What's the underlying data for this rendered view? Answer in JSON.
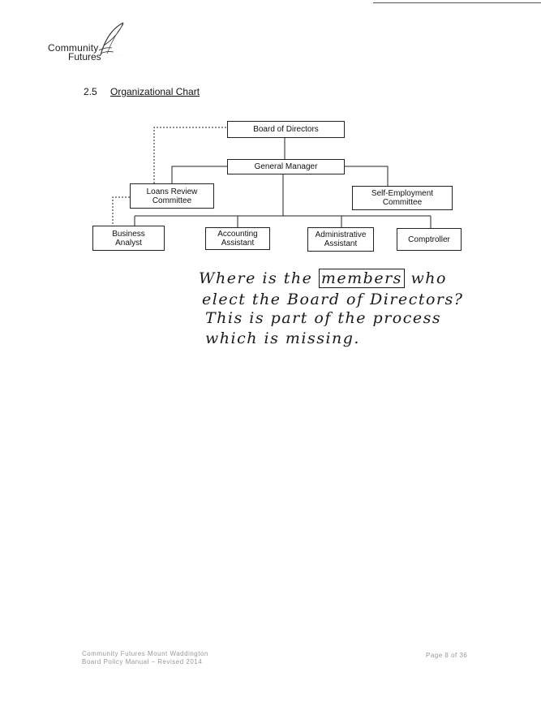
{
  "logo": {
    "line1": "Community",
    "line2": "Futures",
    "tagline": "· · · · · ·",
    "mark_icon": "feather-swoosh-icon"
  },
  "section": {
    "number": "2.5",
    "title": "Organizational Chart"
  },
  "org_chart": {
    "board": "Board of Directors",
    "general_manager": "General Manager",
    "loans_review": [
      "Loans Review",
      "Committee"
    ],
    "self_employment": [
      "Self-Employment",
      "Committee"
    ],
    "business_analyst": [
      "Business",
      "Analyst"
    ],
    "accounting_assistant": [
      "Accounting",
      "Assistant"
    ],
    "administrative_assistant": [
      "Administrative",
      "Assistant"
    ],
    "comptroller": "Comptroller"
  },
  "handwritten_note": {
    "line1_pre": "Where is the ",
    "line1_boxed": "members",
    "line1_post": " who",
    "line2": "elect the Board of Directors?",
    "line3": "This is part of the process",
    "line4": "which is missing."
  },
  "footer": {
    "org": "Community Futures Mount Waddington",
    "manual": "Board Policy Manual – Revised 2014",
    "page": "Page 8 of 36"
  }
}
